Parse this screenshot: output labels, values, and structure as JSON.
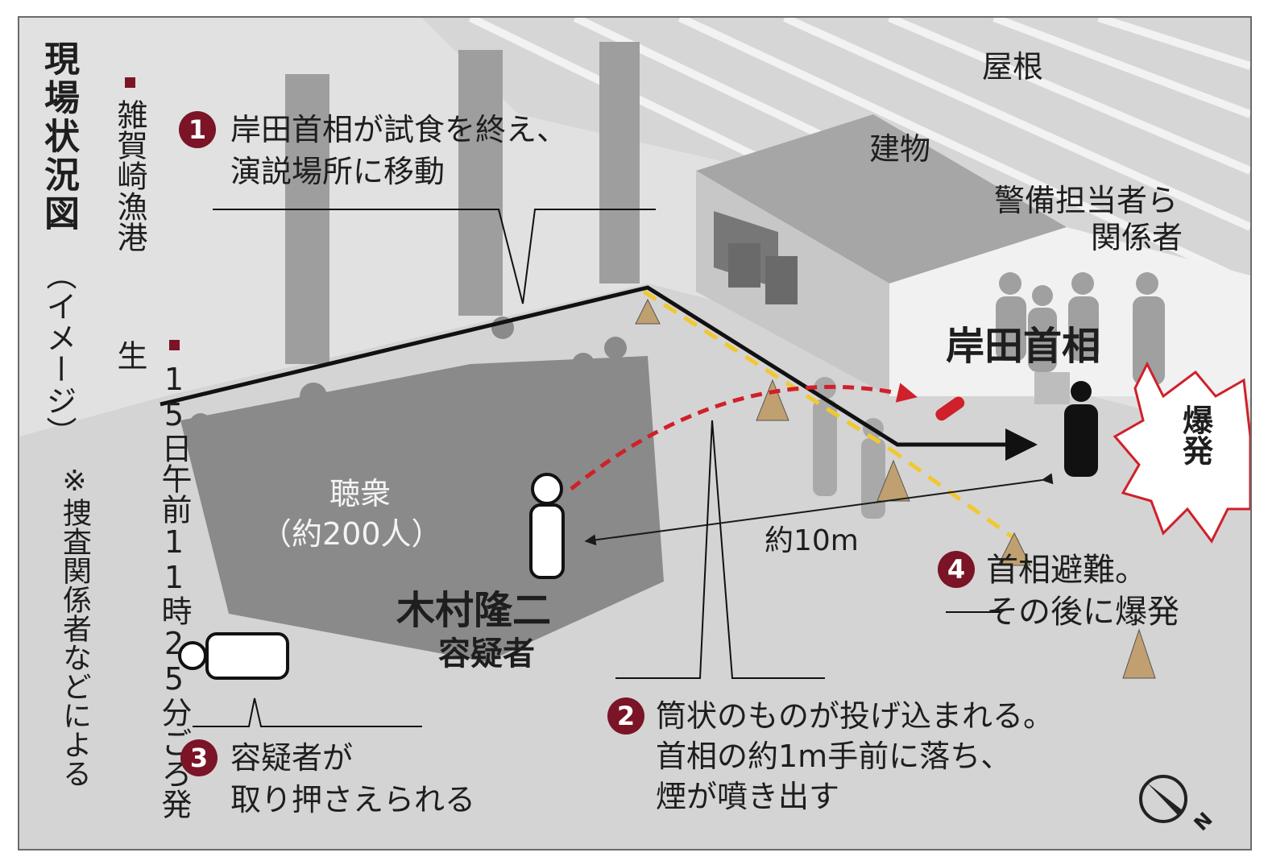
{
  "title": "現場状況図",
  "subtitle": "（イメージ）",
  "note": "※捜査関係者などによる",
  "location": "雑賀崎漁港",
  "time": "15日午前11時25分ごろ発生",
  "labels": {
    "roof": "屋根",
    "building": "建物",
    "security": "警備担当者ら",
    "related": "関係者",
    "pm": "岸田首相",
    "explosion": "爆発",
    "crowd": "聴衆",
    "crowd_count": "（約200人）",
    "distance": "約10m",
    "suspect_name": "木村隆二",
    "suspect_title": "容疑者"
  },
  "steps": [
    {
      "num": "1",
      "lines": [
        "岸田首相が試食を終え、",
        "演説場所に移動"
      ]
    },
    {
      "num": "2",
      "lines": [
        "筒状のものが投げ込まれる。",
        "首相の約1m手前に落ち、",
        "煙が噴き出す"
      ]
    },
    {
      "num": "3",
      "lines": [
        "容疑者が",
        "取り押さえられる"
      ]
    },
    {
      "num": "4",
      "lines": [
        "首相避難。",
        "その後に爆発"
      ]
    }
  ],
  "compass": "N",
  "colors": {
    "accent": "#7a1426",
    "dash": "#d0202a"
  }
}
